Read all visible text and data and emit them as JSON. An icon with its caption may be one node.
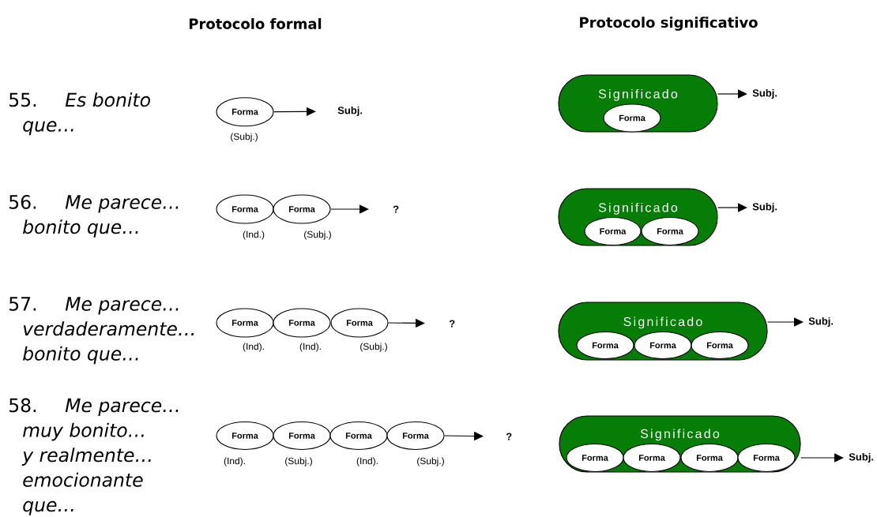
{
  "diagram": {
    "nodes": [
      {
        "text": [
          "Forma"
        ],
        "beside": [
          "(Subj.)"
        ]
      },
      {
        "text": [
          "Subj."
        ]
      },
      {
        "text": [
          "Significado"
        ]
      },
      {
        "text": [
          "Forma"
        ],
        "in": 2
      },
      {
        "text": [
          "Subj."
        ]
      },
      {
        "text": [
          "Forma"
        ],
        "beside": [
          "(Ind.)"
        ]
      },
      {
        "text": [
          "Forma"
        ],
        "beside": [
          "(Subj.)"
        ]
      },
      {
        "text": [
          "?"
        ]
      },
      {
        "text": [
          "Significado"
        ]
      },
      {
        "text": [
          "Forma"
        ],
        "in": 8
      },
      {
        "text": [
          "Forma"
        ],
        "in": 8
      },
      {
        "text": [
          "Subj."
        ]
      },
      {
        "text": [
          "Forma"
        ],
        "beside": [
          "(Ind)."
        ]
      },
      {
        "text": [
          "Forma"
        ],
        "beside": [
          "(Ind)."
        ]
      },
      {
        "text": [
          "Forma"
        ],
        "beside": [
          "(Subj.)"
        ]
      },
      {
        "text": [
          "?"
        ]
      },
      {
        "text": [
          "Significado"
        ]
      },
      {
        "text": [
          "Forma"
        ],
        "in": 16
      },
      {
        "text": [
          "Forma"
        ],
        "in": 16
      },
      {
        "text": [
          "Forma"
        ],
        "in": 16
      },
      {
        "text": [
          "Subj."
        ]
      },
      {
        "text": [
          "Forma"
        ],
        "beside": [
          "(Ind)."
        ]
      },
      {
        "text": [
          "Forma"
        ],
        "beside": [
          "(Subj.)"
        ]
      },
      {
        "text": [
          "Forma"
        ],
        "beside": [
          "(Ind)."
        ]
      },
      {
        "text": [
          "Forma"
        ],
        "beside": [
          "(Subj.)"
        ]
      },
      {
        "text": [
          "?"
        ]
      },
      {
        "text": [
          "Significado"
        ]
      },
      {
        "text": [
          "Forma"
        ],
        "in": 26
      },
      {
        "text": [
          "Forma"
        ],
        "in": 26
      },
      {
        "text": [
          "Forma"
        ],
        "in": 26
      },
      {
        "text": [
          "Forma"
        ],
        "in": 26
      },
      {
        "text": [
          "Subj."
        ]
      }
    ],
    "edges": [
      {
        "from": 0,
        "to": 1,
        "arrow": "to"
      },
      {
        "from": 2,
        "to": 4,
        "arrow": "to"
      },
      {
        "from": 6,
        "to": 7,
        "arrow": "to"
      },
      {
        "from": 8,
        "to": 11,
        "arrow": "to"
      },
      {
        "from": 14,
        "to": 15,
        "arrow": "to"
      },
      {
        "from": 16,
        "to": 20,
        "arrow": "to"
      },
      {
        "from": 24,
        "to": 25,
        "arrow": "to"
      },
      {
        "from": 26,
        "to": 31,
        "arrow": "to"
      }
    ],
    "labels": [
      "Protocolo formal",
      "Protocolo significativo",
      "55.",
      "Es bonito que…",
      "56.",
      "Me parece… bonito que…",
      "57.",
      "Me parece… verdaderamente… bonito que…",
      "58.",
      "Me parece… muy bonito… y realmente… emocionante que…"
    ]
  }
}
